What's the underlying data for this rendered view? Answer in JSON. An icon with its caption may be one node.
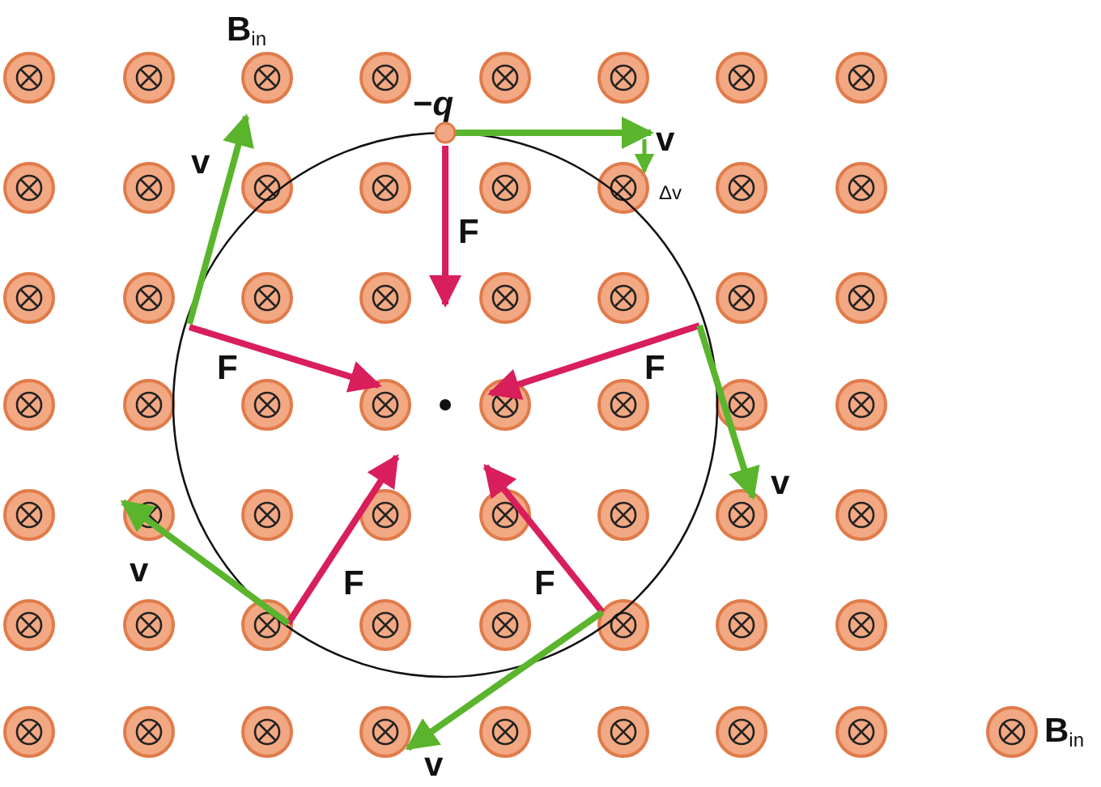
{
  "diagram": {
    "labels": [
      "B$_{in}$",
      "−*q*",
      "v",
      "Δv",
      "v",
      "F",
      "F",
      "F",
      "v",
      "v",
      "F",
      "F",
      "v"
    ],
    "legend": [
      {
        "text": "B$_{in}$"
      }
    ]
  }
}
